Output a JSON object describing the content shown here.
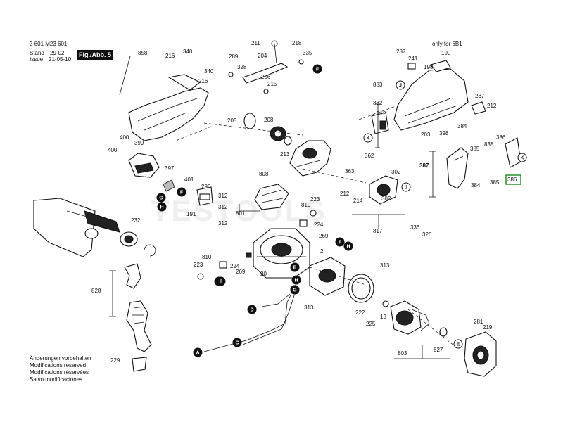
{
  "header": {
    "doc_number": "3 601 M23 601",
    "stand_label": "Stand",
    "stand_value": "29-02",
    "issue_label": "Issue",
    "issue_value": "21-05-10",
    "figure_label": "Fig./Abb. 5"
  },
  "notes": [
    "Änderungen vorbehalten",
    "Modifications reserved",
    "Modifications réservées",
    "Salvo modificaciones"
  ],
  "annotation": "only for 6B1",
  "watermark": "TESTOOLS",
  "highlighted_part": "387",
  "part_labels": [
    "858",
    "216",
    "340",
    "340",
    "216",
    "211",
    "218",
    "335",
    "289",
    "204",
    "328",
    "206",
    "215",
    "205",
    "208",
    "213",
    "400",
    "399",
    "400",
    "397",
    "401",
    "296",
    "191",
    "808",
    "312",
    "312",
    "312",
    "223",
    "810",
    "224",
    "269",
    "801",
    "232",
    "810",
    "223",
    "224",
    "269",
    "2",
    "20",
    "313",
    "222",
    "225",
    "13",
    "803",
    "827",
    "281",
    "219",
    "828",
    "229",
    "313",
    "362",
    "363",
    "302",
    "212",
    "214",
    "302",
    "817",
    "336",
    "326",
    "287",
    "190",
    "241",
    "198",
    "883",
    "382",
    "212",
    "398",
    "203",
    "287",
    "212",
    "384",
    "386",
    "385",
    "838",
    "387",
    "386",
    "384",
    "385"
  ],
  "circle_letters": [
    "F",
    "J",
    "K",
    "J",
    "K",
    "G",
    "H",
    "F",
    "G",
    "H",
    "E",
    "E",
    "D",
    "C",
    "A",
    "F",
    "H",
    "E",
    "G",
    "F",
    "E"
  ],
  "footer": {}
}
